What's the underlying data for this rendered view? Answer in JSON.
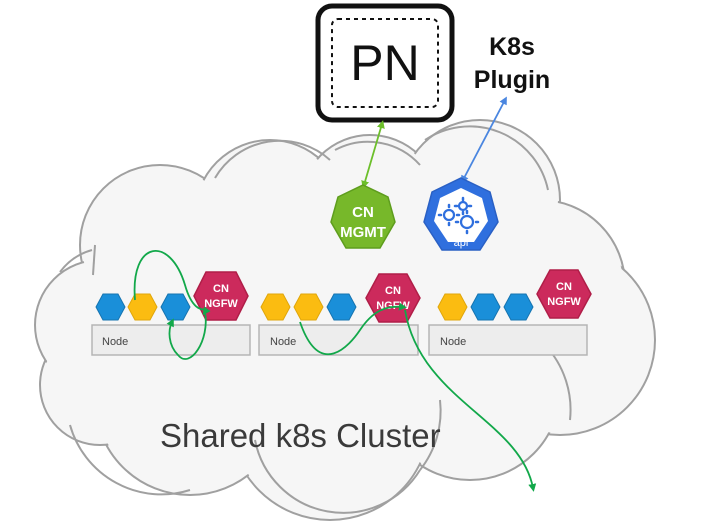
{
  "diagram": {
    "title": "Shared k8s Cluster",
    "panorama": {
      "label": "PN"
    },
    "plugin": {
      "line1": "K8s",
      "line2": "Plugin"
    },
    "mgmt": {
      "line1": "CN",
      "line2": "MGMT"
    },
    "api": {
      "label": "api",
      "icon": "gears-icon"
    },
    "nodes": [
      {
        "label": "Node",
        "ngfw": {
          "line1": "CN",
          "line2": "NGFW"
        },
        "pods": [
          "blue",
          "yellow",
          "blue"
        ]
      },
      {
        "label": "Node",
        "ngfw": {
          "line1": "CN",
          "line2": "NGFW"
        },
        "pods": [
          "yellow",
          "yellow",
          "blue"
        ]
      },
      {
        "label": "Node",
        "ngfw": {
          "line1": "CN",
          "line2": "NGFW"
        },
        "pods": [
          "yellow",
          "blue",
          "blue"
        ]
      }
    ],
    "connections": [
      {
        "from": "CN MGMT",
        "to": "PN",
        "style": "bidirectional",
        "color": "green"
      },
      {
        "from": "api",
        "to": "K8s Plugin",
        "style": "bidirectional",
        "color": "blue"
      },
      {
        "from": "node-1 pod",
        "to": "CN NGFW",
        "style": "traffic-flow",
        "color": "green"
      },
      {
        "from": "node-2 pod",
        "to": "CN NGFW",
        "style": "traffic-flow",
        "color": "green"
      },
      {
        "from": "CN NGFW",
        "to": "external",
        "style": "traffic-flow",
        "color": "green"
      }
    ]
  },
  "colors": {
    "pod_blue": "#1a8fd9",
    "pod_yellow": "#fbbc11",
    "ngfw": "#cc2a5c",
    "mgmt": "#77b82a",
    "api": "#2f6fde",
    "flow_green": "#12a84a",
    "arrow_blue": "#4a86e0",
    "cloud_stroke": "#a0a0a0",
    "node_fill": "#ededed"
  }
}
